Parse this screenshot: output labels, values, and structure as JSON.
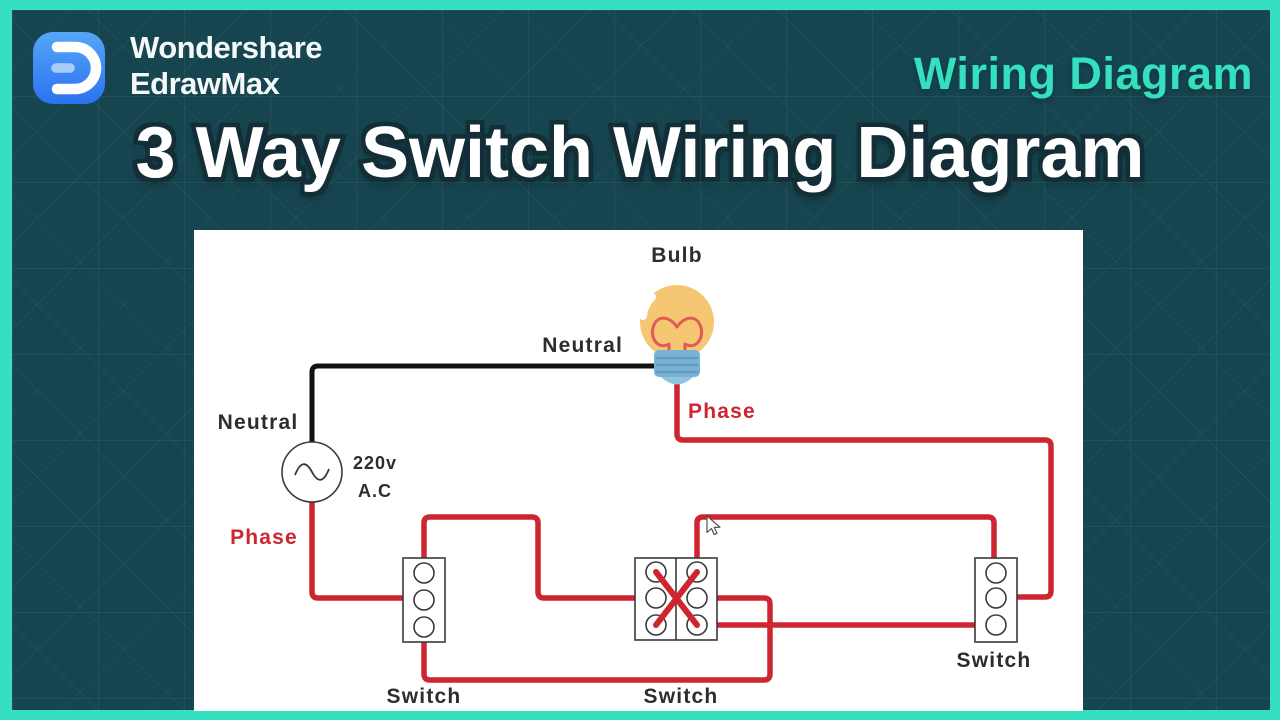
{
  "colors": {
    "accent_teal": "#35e0c0",
    "panel_background": "#16454f",
    "wire_red": "#cd2630",
    "wire_black": "#111111",
    "logo_blue_top": "#55a6f8",
    "logo_blue_bottom": "#2b72f0",
    "bulb_glass_yellow": "#f5c772",
    "bulb_base_blue": "#79b2d4",
    "title_outline": "#132e37"
  },
  "header": {
    "brand_line1": "Wondershare",
    "brand_line2": "EdrawMax",
    "corner_tag": "Wiring Diagram"
  },
  "title": "3 Way Switch Wiring Diagram",
  "diagram": {
    "bulb_label": "Bulb",
    "neutral_top_label": "Neutral",
    "neutral_left_label": "Neutral",
    "phase_left_label": "Phase",
    "phase_right_label": "Phase",
    "source_voltage": "220v",
    "source_type": "A.C",
    "switch1_label": "Switch",
    "switch2_label": "Switch",
    "switch3_label": "Switch"
  }
}
